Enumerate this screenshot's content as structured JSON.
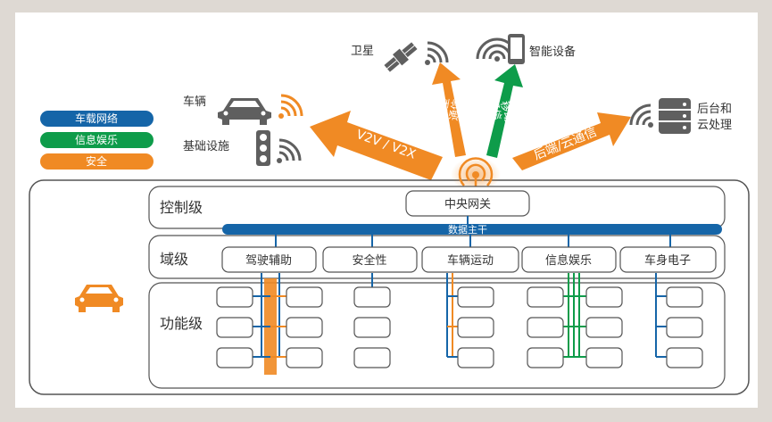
{
  "legend": [
    {
      "label": "车载网络",
      "color": "#1565a8"
    },
    {
      "label": "信息娱乐",
      "color": "#0e9c4a"
    },
    {
      "label": "安全",
      "color": "#f08a24"
    }
  ],
  "external": {
    "satellite": "卫星",
    "smart_device": "智能设备",
    "vehicle": "车辆",
    "infrastructure": "基础设施",
    "cloud": [
      "后台和",
      "云处理"
    ]
  },
  "arrows": {
    "v2v": "V2V / V2X",
    "satellite_comm": [
      "卫星",
      "通信"
    ],
    "mobile_comm": [
      "移动",
      "通信"
    ],
    "cloud_comm": "后端/云通信"
  },
  "levels": {
    "control": "控制级",
    "domain": "域级",
    "function": "功能级"
  },
  "central_gateway": "中央网关",
  "backbone": "数据主干",
  "domains": [
    "驾驶辅助",
    "安全性",
    "车辆运动",
    "信息娱乐",
    "车身电子"
  ],
  "colors": {
    "blue": "#1565a8",
    "green": "#0e9c4a",
    "orange": "#f08a24",
    "gray_icon": "#5f5f5f"
  }
}
